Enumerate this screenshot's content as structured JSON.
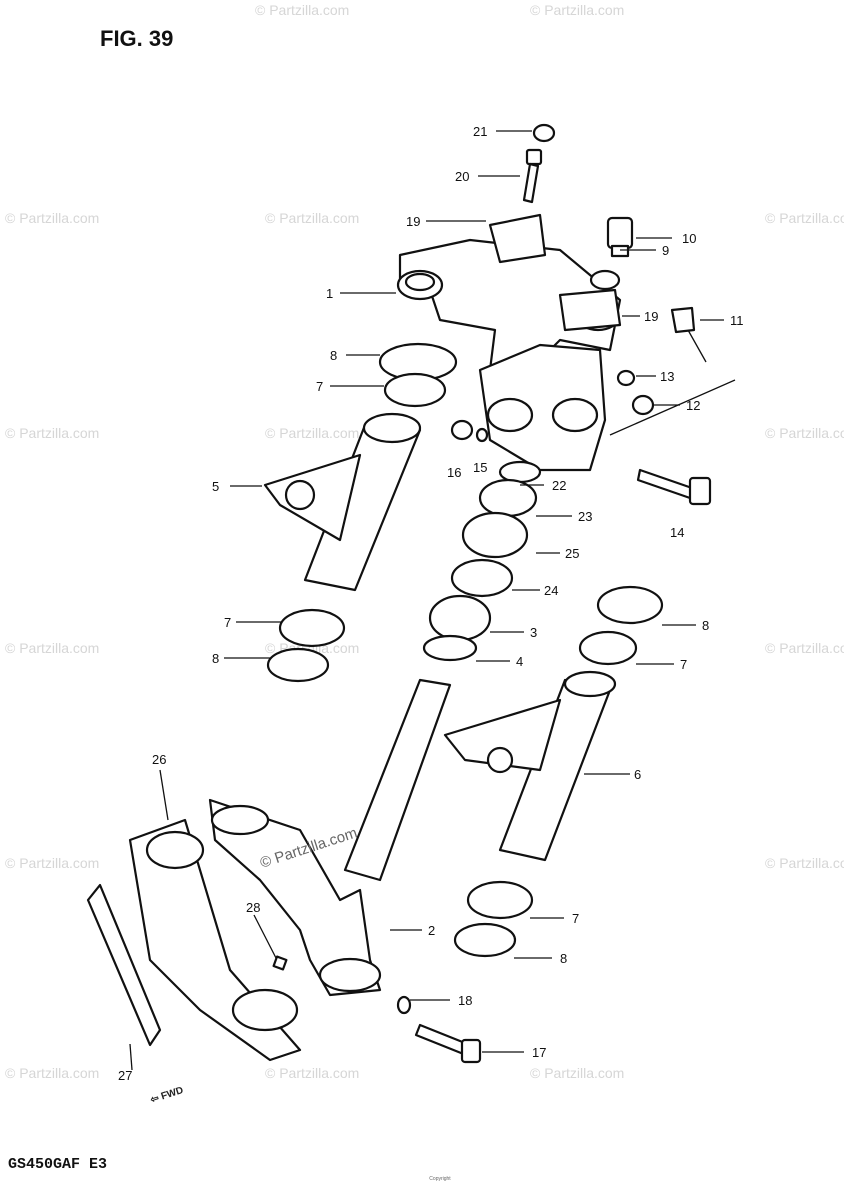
{
  "figure": {
    "title": "FIG. 39",
    "model_code": "GS450GAF  E3",
    "fwd_label": "FWD",
    "footer_copyright": "Copyright",
    "watermark": "© Partzilla.com",
    "center_watermark": "© Partzilla.com"
  },
  "callouts": [
    {
      "id": "c21a",
      "label": "21"
    },
    {
      "id": "c20",
      "label": "20"
    },
    {
      "id": "c19a",
      "label": "19"
    },
    {
      "id": "c10",
      "label": "10"
    },
    {
      "id": "c9",
      "label": "9"
    },
    {
      "id": "c1",
      "label": "1"
    },
    {
      "id": "c19b",
      "label": "19"
    },
    {
      "id": "c11",
      "label": "11"
    },
    {
      "id": "c8a",
      "label": "8"
    },
    {
      "id": "c7a",
      "label": "7"
    },
    {
      "id": "c13",
      "label": "13"
    },
    {
      "id": "c12",
      "label": "12"
    },
    {
      "id": "c16",
      "label": "16"
    },
    {
      "id": "c15",
      "label": "15"
    },
    {
      "id": "c5",
      "label": "5"
    },
    {
      "id": "c22",
      "label": "22"
    },
    {
      "id": "c23",
      "label": "23"
    },
    {
      "id": "c14",
      "label": "14"
    },
    {
      "id": "c25",
      "label": "25"
    },
    {
      "id": "c24",
      "label": "24"
    },
    {
      "id": "c7b",
      "label": "7"
    },
    {
      "id": "c8b",
      "label": "8"
    },
    {
      "id": "c3",
      "label": "3"
    },
    {
      "id": "c4",
      "label": "4"
    },
    {
      "id": "c8c",
      "label": "8"
    },
    {
      "id": "c7c",
      "label": "7"
    },
    {
      "id": "c6",
      "label": "6"
    },
    {
      "id": "c26",
      "label": "26"
    },
    {
      "id": "c28",
      "label": "28"
    },
    {
      "id": "c2",
      "label": "2"
    },
    {
      "id": "c7d",
      "label": "7"
    },
    {
      "id": "c8d",
      "label": "8"
    },
    {
      "id": "c18",
      "label": "18"
    },
    {
      "id": "c17",
      "label": "17"
    },
    {
      "id": "c27",
      "label": "27"
    }
  ]
}
